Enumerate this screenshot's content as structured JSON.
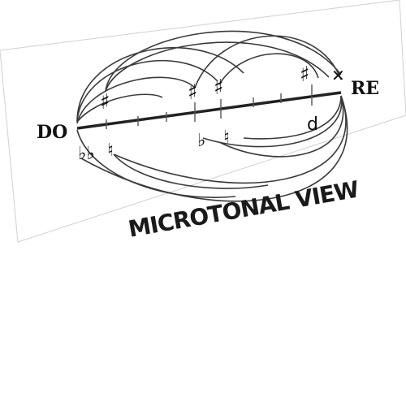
{
  "diagram": {
    "left_note": "DO",
    "right_note": "RE",
    "caption": "MICROTONAL VIEW",
    "accidentals_above": [
      {
        "symbol": "♯",
        "name": "half-sharp-sign"
      },
      {
        "symbol": "♯",
        "name": "sharp-sign"
      },
      {
        "symbol": "♯",
        "name": "sharp-and-half-sign"
      },
      {
        "symbol": "♯",
        "name": "three-quarter-sharp-sign"
      },
      {
        "symbol": "✕",
        "name": "double-sharp-sign"
      }
    ],
    "accidentals_below": [
      {
        "symbol": "♭♭",
        "name": "double-flat-sign"
      },
      {
        "symbol": "♮",
        "name": "natural-sign"
      },
      {
        "symbol": "♭",
        "name": "flat-sign"
      },
      {
        "symbol": "♮",
        "name": "half-flat-sign"
      },
      {
        "symbol": "d",
        "name": "reversed-flat-sign"
      }
    ]
  },
  "colors": {
    "ink": "#111111",
    "arc": "#3a3a3a",
    "panel_border": "#cfcfcf"
  }
}
